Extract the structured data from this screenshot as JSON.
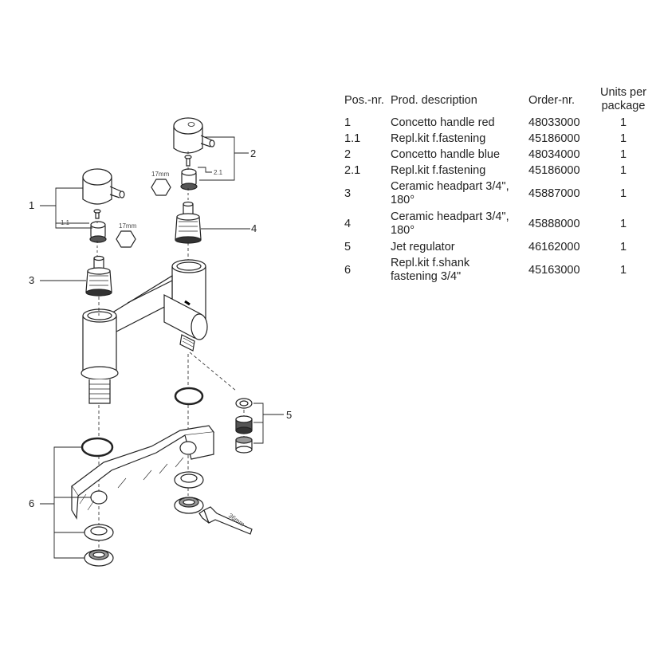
{
  "table": {
    "headers": {
      "pos": "Pos.-nr.",
      "desc": "Prod. description",
      "order": "Order-nr.",
      "units_line1": "Units per",
      "units_line2": "package"
    },
    "rows": [
      {
        "pos": "1",
        "desc1": "Concetto handle red",
        "desc2": "",
        "order": "48033000",
        "units": "1"
      },
      {
        "pos": "1.1",
        "desc1": "Repl.kit f.fastening",
        "desc2": "",
        "order": "45186000",
        "units": "1"
      },
      {
        "pos": "2",
        "desc1": "Concetto handle blue",
        "desc2": "",
        "order": "48034000",
        "units": "1"
      },
      {
        "pos": "2.1",
        "desc1": "Repl.kit f.fastening",
        "desc2": "",
        "order": "45186000",
        "units": "1"
      },
      {
        "pos": "3",
        "desc1": "Ceramic headpart 3/4\",",
        "desc2": "180°",
        "order": "45887000",
        "units": "1"
      },
      {
        "pos": "4",
        "desc1": "Ceramic headpart 3/4\",",
        "desc2": "180°",
        "order": "45888000",
        "units": "1"
      },
      {
        "pos": "5",
        "desc1": "Jet regulator",
        "desc2": "",
        "order": "46162000",
        "units": "1"
      },
      {
        "pos": "6",
        "desc1": "Repl.kit f.shank",
        "desc2": "fastening 3/4\"",
        "order": "45163000",
        "units": "1"
      }
    ]
  },
  "diagram": {
    "callouts": {
      "c1": "1",
      "c1_1": "1.1",
      "c2": "2",
      "c2_1": "2.1",
      "c3": "3",
      "c4": "4",
      "c5": "5",
      "c6": "6"
    },
    "tool_labels": {
      "hex_left": "17mm",
      "hex_right": "17mm",
      "wrench": "36mm"
    }
  }
}
